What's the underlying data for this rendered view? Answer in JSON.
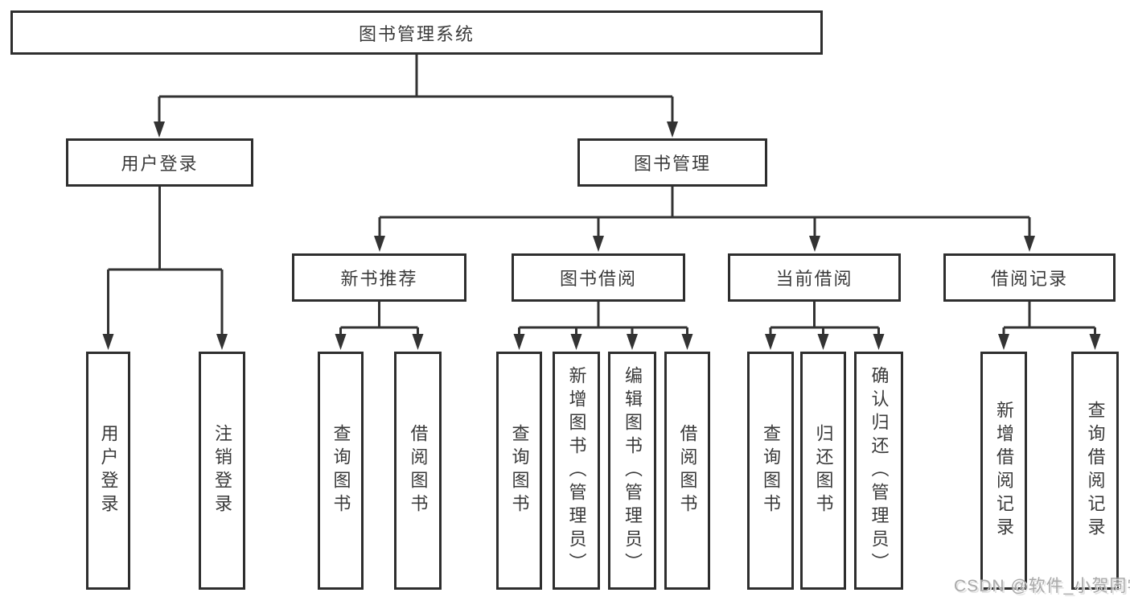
{
  "tree": {
    "root": "图书管理系统",
    "level1": {
      "user_login": "用户登录",
      "book_management": "图书管理"
    },
    "level2": {
      "new_book_recommend": "新书推荐",
      "book_borrow": "图书借阅",
      "current_borrow": "当前借阅",
      "borrow_records": "借阅记录"
    },
    "leaves": [
      "用户登录",
      "注销登录",
      "查询图书",
      "借阅图书",
      "查询图书",
      "新增图书（管理员）",
      "编辑图书（管理员）",
      "借阅图书",
      "查询图书",
      "归还图书",
      "确认归还（管理员）",
      "新增借阅记录",
      "查询借阅记录"
    ],
    "watermark": "CSDN @软件_小贺同学",
    "colors": {
      "line": "#333333",
      "border": "#2e2e2e",
      "text": "#3a3a3a",
      "watermark": "#a9a9a9",
      "background": "#ffffff"
    }
  }
}
